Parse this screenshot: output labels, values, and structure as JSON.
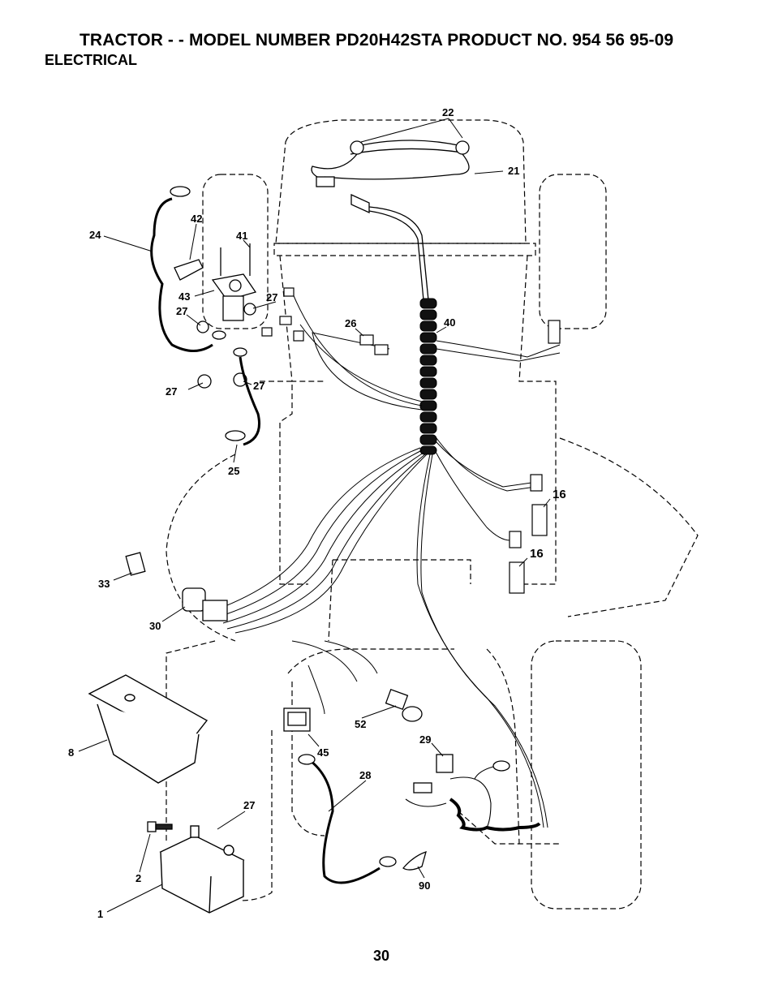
{
  "header": {
    "title": "TRACTOR - - MODEL NUMBER PD20H42STA PRODUCT NO. 954 56 95-09",
    "section": "ELECTRICAL"
  },
  "page_number": "30",
  "callouts": {
    "c22": "22",
    "c21": "21",
    "c24": "24",
    "c42": "42",
    "c41": "41",
    "c43": "43",
    "c27a": "27",
    "c27b": "27",
    "c27c": "27",
    "c27d": "27",
    "c27e": "27",
    "c26": "26",
    "c40": "40",
    "c25": "25",
    "c16a": "16",
    "c16b": "16",
    "c33": "33",
    "c30": "30",
    "c8": "8",
    "c52": "52",
    "c45": "45",
    "c29": "29",
    "c28": "28",
    "c2": "2",
    "c1": "1",
    "c90": "90"
  }
}
